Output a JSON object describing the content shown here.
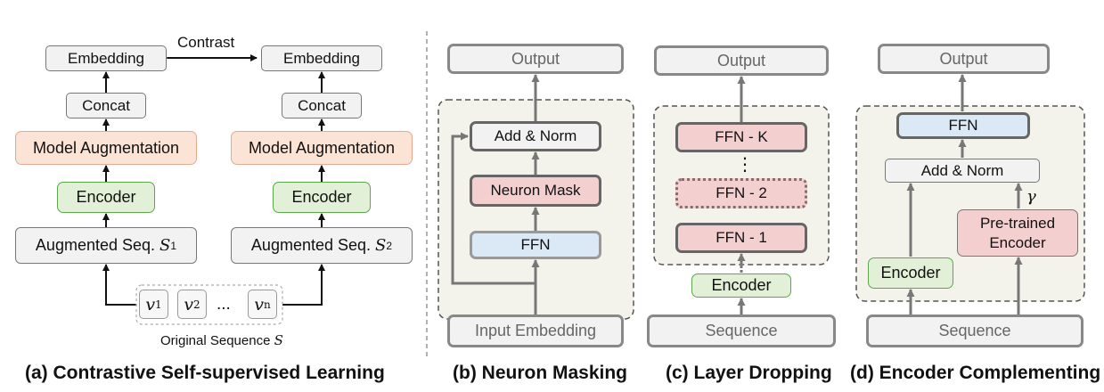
{
  "panel_a": {
    "caption": "(a) Contrastive Self-supervised Learning",
    "contrast": "Contrast",
    "embedding_left": "Embedding",
    "embedding_right": "Embedding",
    "concat_left": "Concat",
    "concat_right": "Concat",
    "model_aug_left": "Model Augmentation",
    "model_aug_right": "Model Augmentation",
    "encoder_left": "Encoder",
    "encoder_right": "Encoder",
    "aug_seq_label": "Augmented Seq.",
    "aug_seq_var": "S",
    "aug_seq_sub_left": "1",
    "aug_seq_sub_right": "2",
    "token_var": "v",
    "token_subs": [
      "1",
      "2",
      "n"
    ],
    "ellipsis": "...",
    "original_label": "Original Sequence",
    "original_var": "S"
  },
  "panel_b": {
    "caption": "(b) Neuron Masking",
    "output": "Output",
    "add_norm": "Add & Norm",
    "neuron_mask": "Neuron Mask",
    "ffn": "FFN",
    "input": "Input Embedding"
  },
  "panel_c": {
    "caption": "(c) Layer Dropping",
    "output": "Output",
    "ffn_k": "FFN - K",
    "dots": "⋮",
    "ffn_2": "FFN - 2",
    "ffn_1": "FFN - 1",
    "encoder": "Encoder",
    "sequence": "Sequence"
  },
  "panel_d": {
    "caption": "(d) Encoder Complementing",
    "output": "Output",
    "ffn": "FFN",
    "add_norm": "Add & Norm",
    "gamma": "γ",
    "pretrained": "Pre-trained Encoder",
    "encoder": "Encoder",
    "sequence": "Sequence"
  },
  "colors": {
    "orange": "#fbe3d6",
    "green": "#e3f0d8",
    "red": "#f3cfd0",
    "blue": "#dbe8f5",
    "grey": "#f2f2f2",
    "panel_bg": "#f3f3ec"
  }
}
